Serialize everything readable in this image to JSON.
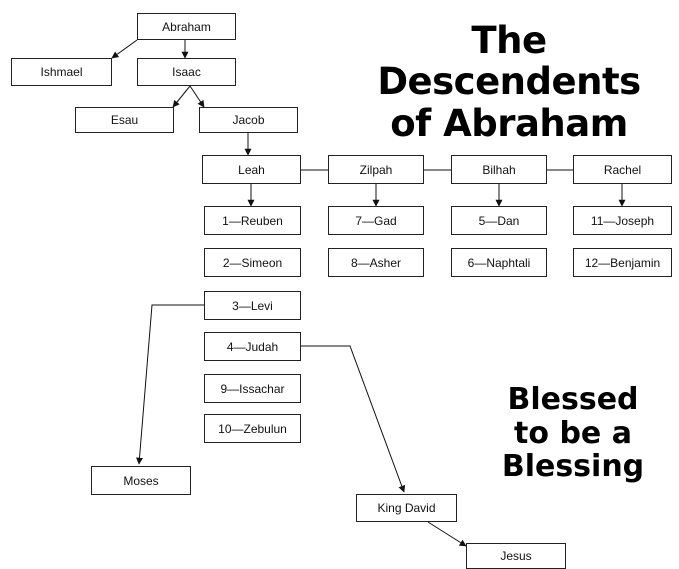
{
  "title_line1": "The Descendents",
  "title_line2": "of Abraham",
  "side_line1": "Blessed",
  "side_line2": "to be a",
  "side_line3": "Blessing",
  "nodes": {
    "abraham": "Abraham",
    "ishmael": "Ishmael",
    "isaac": "Isaac",
    "esau": "Esau",
    "jacob": "Jacob",
    "leah": "Leah",
    "zilpah": "Zilpah",
    "bilhah": "Bilhah",
    "rachel": "Rachel",
    "reuben": "1—Reuben",
    "simeon": "2—Simeon",
    "levi": "3—Levi",
    "judah": "4—Judah",
    "issachar": "9—Issachar",
    "zebulun": "10—Zebulun",
    "gad": "7—Gad",
    "asher": "8—Asher",
    "dan": "5—Dan",
    "naphtali": "6—Naphtali",
    "joseph": "11—Joseph",
    "benjamin": "12—Benjamin",
    "moses": "Moses",
    "king_david": "King David",
    "jesus": "Jesus"
  }
}
